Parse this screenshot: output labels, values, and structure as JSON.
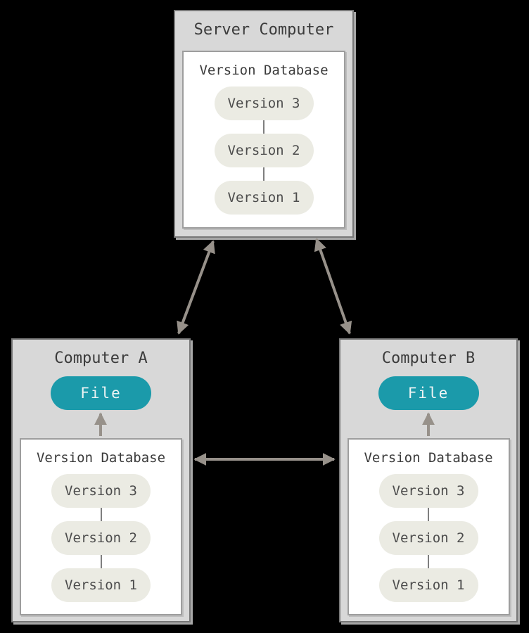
{
  "colors": {
    "background": "#000000",
    "box_fill": "#d8d8d8",
    "box_border": "#787878",
    "box_shadow": "#a8a8a8",
    "db_fill": "#ffffff",
    "db_border": "#9e9e9e",
    "pill_fill": "#ebebe3",
    "pill_text": "#4c4c4c",
    "title_text": "#3b3b3b",
    "file_fill": "#1b9aaa",
    "file_text": "#eef4f4",
    "arrow": "#97918a",
    "connector": "#7f7f7f"
  },
  "server": {
    "title": "Server Computer",
    "database": {
      "title": "Version Database",
      "versions": [
        "Version 3",
        "Version 2",
        "Version 1"
      ]
    }
  },
  "computer_a": {
    "title": "Computer A",
    "file_label": "File",
    "database": {
      "title": "Version Database",
      "versions": [
        "Version 3",
        "Version 2",
        "Version 1"
      ]
    }
  },
  "computer_b": {
    "title": "Computer B",
    "file_label": "File",
    "database": {
      "title": "Version Database",
      "versions": [
        "Version 3",
        "Version 2",
        "Version 1"
      ]
    }
  }
}
